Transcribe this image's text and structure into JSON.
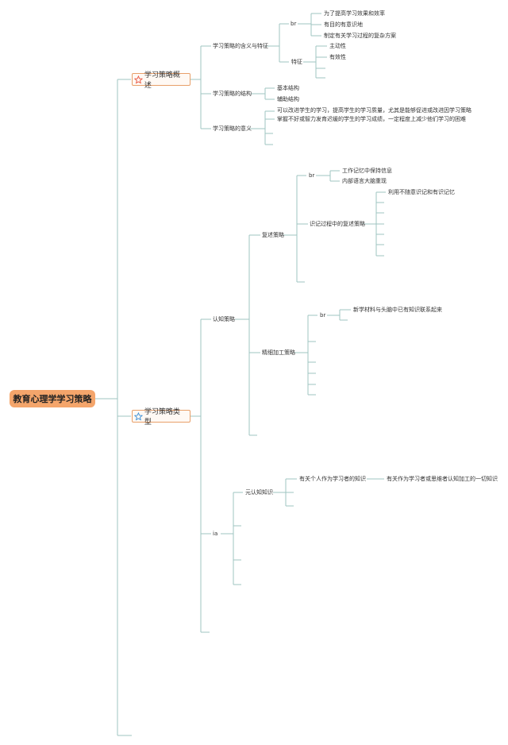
{
  "root": {
    "label": "教育心理学学习策略"
  },
  "icons": {
    "topic1": "star-outline-icon",
    "topic2": "star-outline-icon"
  },
  "colors": {
    "line": "#9fc4c2",
    "root_fill": "#f4a56b",
    "topic_border": "#e8a06a",
    "star_red": "#e8533f",
    "star_blue": "#3b8fd6"
  },
  "topic1": {
    "label": "学习策略概述",
    "b1": {
      "label": "学习策略的含义与特征",
      "br_label": "br",
      "br_items": [
        "为了提高学习效果和效率",
        "有目的有意识地",
        "制定有关学习过程的复杂方案"
      ],
      "trait_label": "特征",
      "trait_items": [
        "主动性",
        "有效性"
      ]
    },
    "b2": {
      "label": "学习策略的结构",
      "items": [
        "基本结构",
        "辅助结构"
      ]
    },
    "b3": {
      "label": "学习策略的意义",
      "items": [
        "可以改进学生的学习，提高学生的学习质量，尤其是能够促进或改进因学习策略",
        "掌握不好或智力发育迟缓的学生的学习成绩，一定程度上减少他们学习的困难"
      ]
    }
  },
  "topic2": {
    "label": "学习策略类型",
    "cog": {
      "label": "认知策略",
      "rehearsal": {
        "label": "复述策略",
        "br_label": "br",
        "br_items": [
          "工作记忆中保持信息",
          "内部语言大脑重现"
        ],
        "memory_label": "识记过程中的复述策略",
        "memory_items": [
          "利用不随意识记和有识记忆"
        ]
      },
      "elaboration": {
        "label": "精细加工策略",
        "br_label": "br",
        "br_items": [
          "新学材料与头脑中已有知识联系起来"
        ]
      }
    },
    "ia": {
      "label": "ia",
      "meta": {
        "label": "元认知知识",
        "item": "有关个人作为学习者的知识",
        "detail": "有关作为学习者或思维者认知加工的一切知识"
      }
    }
  }
}
